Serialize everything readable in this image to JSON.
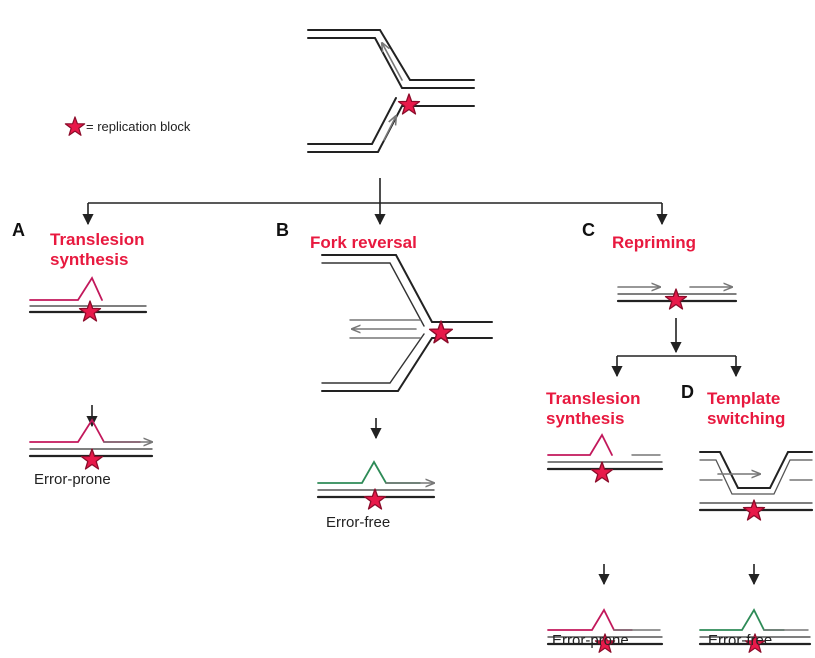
{
  "legend": {
    "text": "= replication block"
  },
  "panels": {
    "a": {
      "letter": "A",
      "title_line1": "Translesion",
      "title_line2": "synthesis",
      "outcome": "Error-prone"
    },
    "b": {
      "letter": "B",
      "title": "Fork reversal",
      "outcome": "Error-free"
    },
    "c": {
      "letter": "C",
      "title": "Repriming",
      "sub_title_line1": "Translesion",
      "sub_title_line2": "synthesis",
      "sub_outcome": "Error-prone"
    },
    "d": {
      "letter": "D",
      "title_line1": "Template",
      "title_line2": "switching",
      "outcome": "Error-free"
    }
  },
  "colors": {
    "title": "#e8193f",
    "star_fill": "#e8194a",
    "star_stroke": "#8c0c2a",
    "dna": "#222222",
    "nascent": "#8a8a8a",
    "error_prone_strand": "#c2185b",
    "error_free_strand": "#2e8b57"
  },
  "icons": {
    "block": "star-icon"
  }
}
